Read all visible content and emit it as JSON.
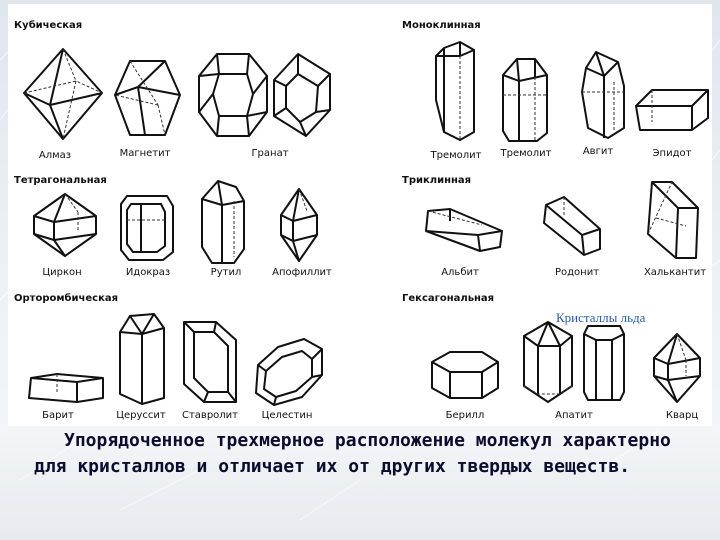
{
  "sections": {
    "cubic": "Кубическая",
    "monoclinic": "Моноклинная",
    "tetragonal": "Тетрагональная",
    "triclinic": "Триклинная",
    "orthorhombic": "Орторомбическая",
    "hexagonal": "Гексагональная"
  },
  "crystals": {
    "almaz": "Алмаз",
    "magnetit": "Магнетит",
    "granat": "Гранат",
    "tremolit1": "Тремолит",
    "tremolit2": "Тремолит",
    "avgit": "Авгит",
    "epidot": "Эпидот",
    "tsirkon": "Циркон",
    "idokraz": "Идокраз",
    "rutil": "Рутил",
    "apofillit": "Апофиллит",
    "albit": "Альбит",
    "rodonit": "Родонит",
    "khalkantit": "Халькантит",
    "barit": "Барит",
    "tserussit": "Церуссит",
    "stavrolit": "Ставролит",
    "tselestin": "Целестин",
    "berill": "Берилл",
    "apatit": "Апатит",
    "kvarts": "Кварц"
  },
  "ice_caption": "Кристаллы льда",
  "caption": "Упорядоченное трехмерное расположение молекул характерно для кристаллов и отличает их от других твердых веществ."
}
